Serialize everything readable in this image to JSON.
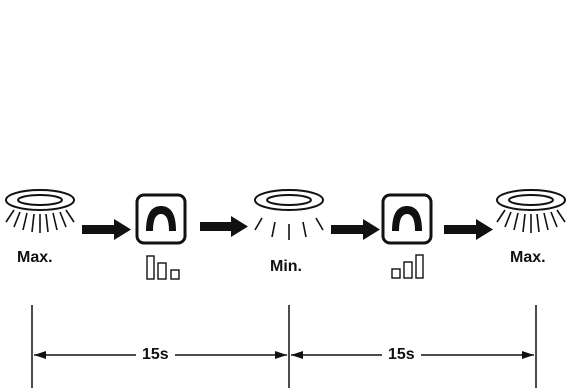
{
  "stages": [
    {
      "id": "lamp-1",
      "label": "Max.",
      "brightness": "max"
    },
    {
      "id": "lamp-2",
      "label": "Min.",
      "brightness": "min"
    },
    {
      "id": "lamp-3",
      "label": "Max.",
      "brightness": "max"
    }
  ],
  "controls": [
    {
      "id": "dimmer-1",
      "icon": "dimmer-switch-icon",
      "level": "decreasing"
    },
    {
      "id": "dimmer-2",
      "icon": "dimmer-switch-icon",
      "level": "increasing"
    }
  ],
  "durations": [
    "15s",
    "15s"
  ],
  "colors": {
    "ink": "#111111",
    "background": "#ffffff"
  }
}
